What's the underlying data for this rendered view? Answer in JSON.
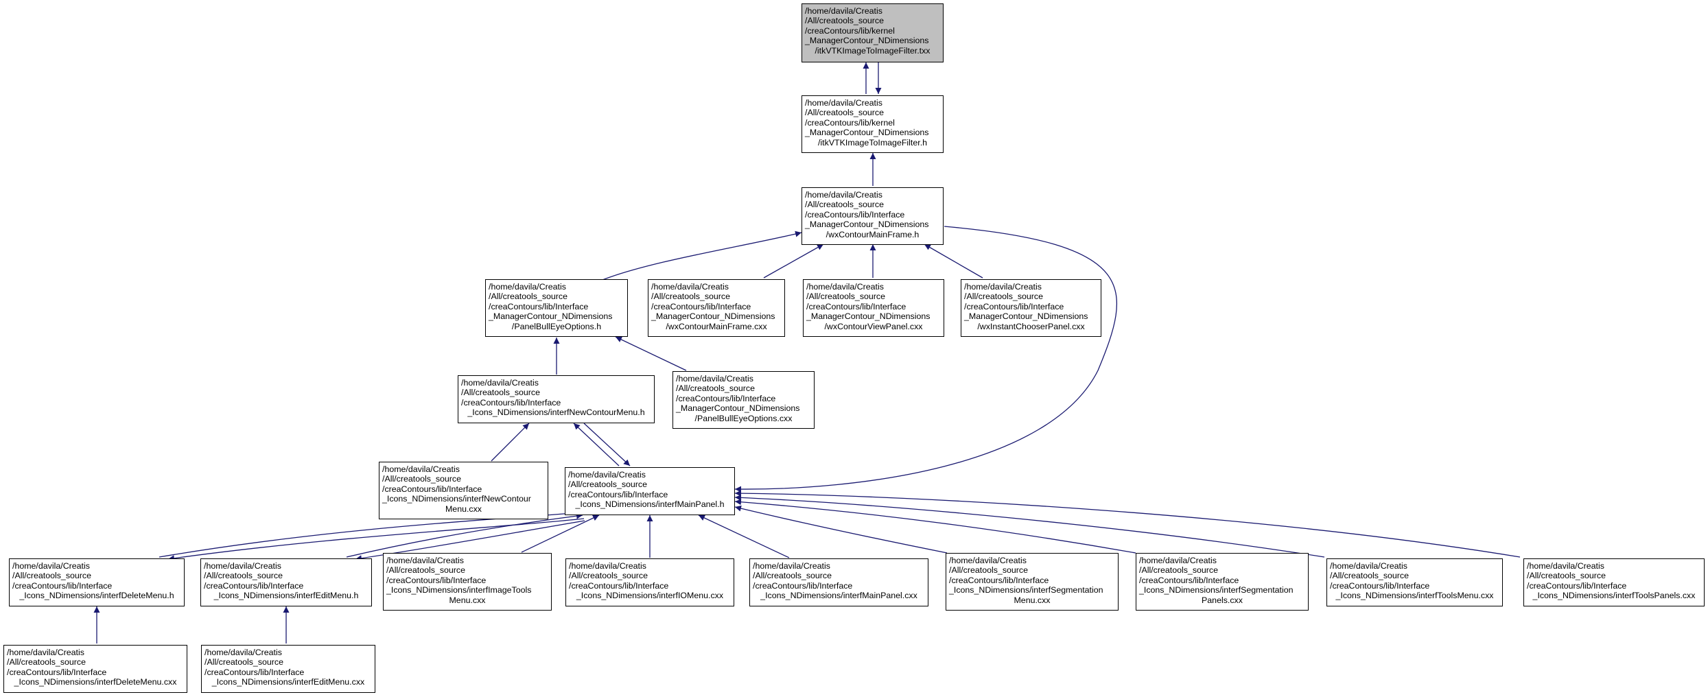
{
  "graph": {
    "colors": {
      "edge": "#191970",
      "node_border": "#000000",
      "root_fill": "#bfbfbf",
      "node_fill": "#ffffff"
    },
    "nodes": [
      {
        "id": "n0",
        "lines": [
          "/home/davila/Creatis",
          "/All/creatools_source",
          "/creaContours/lib/kernel",
          "_ManagerContour_NDimensions",
          "/itkVTKImageToImageFilter.txx"
        ],
        "root": true
      },
      {
        "id": "n1",
        "lines": [
          "/home/davila/Creatis",
          "/All/creatools_source",
          "/creaContours/lib/kernel",
          "_ManagerContour_NDimensions",
          "/itkVTKImageToImageFilter.h"
        ]
      },
      {
        "id": "n2",
        "lines": [
          "/home/davila/Creatis",
          "/All/creatools_source",
          "/creaContours/lib/Interface",
          "_ManagerContour_NDimensions",
          "/wxContourMainFrame.h"
        ]
      },
      {
        "id": "n3",
        "lines": [
          "/home/davila/Creatis",
          "/All/creatools_source",
          "/creaContours/lib/Interface",
          "_ManagerContour_NDimensions",
          "/PanelBullEyeOptions.h"
        ]
      },
      {
        "id": "n4",
        "lines": [
          "/home/davila/Creatis",
          "/All/creatools_source",
          "/creaContours/lib/Interface",
          "_ManagerContour_NDimensions",
          "/wxContourMainFrame.cxx"
        ]
      },
      {
        "id": "n5",
        "lines": [
          "/home/davila/Creatis",
          "/All/creatools_source",
          "/creaContours/lib/Interface",
          "_ManagerContour_NDimensions",
          "/wxContourViewPanel.cxx"
        ]
      },
      {
        "id": "n6",
        "lines": [
          "/home/davila/Creatis",
          "/All/creatools_source",
          "/creaContours/lib/Interface",
          "_ManagerContour_NDimensions",
          "/wxInstantChooserPanel.cxx"
        ]
      },
      {
        "id": "n7",
        "lines": [
          "/home/davila/Creatis",
          "/All/creatools_source",
          "/creaContours/lib/Interface",
          "_Icons_NDimensions/interfNewContourMenu.h"
        ]
      },
      {
        "id": "n8",
        "lines": [
          "/home/davila/Creatis",
          "/All/creatools_source",
          "/creaContours/lib/Interface",
          "_ManagerContour_NDimensions",
          "/PanelBullEyeOptions.cxx"
        ]
      },
      {
        "id": "n9",
        "lines": [
          "/home/davila/Creatis",
          "/All/creatools_source",
          "/creaContours/lib/Interface",
          "_Icons_NDimensions/interfNewContour",
          "Menu.cxx"
        ]
      },
      {
        "id": "n10",
        "lines": [
          "/home/davila/Creatis",
          "/All/creatools_source",
          "/creaContours/lib/Interface",
          "_Icons_NDimensions/interfMainPanel.h"
        ]
      },
      {
        "id": "n11",
        "lines": [
          "/home/davila/Creatis",
          "/All/creatools_source",
          "/creaContours/lib/Interface",
          "_Icons_NDimensions/interfDeleteMenu.h"
        ]
      },
      {
        "id": "n12",
        "lines": [
          "/home/davila/Creatis",
          "/All/creatools_source",
          "/creaContours/lib/Interface",
          "_Icons_NDimensions/interfEditMenu.h"
        ]
      },
      {
        "id": "n13",
        "lines": [
          "/home/davila/Creatis",
          "/All/creatools_source",
          "/creaContours/lib/Interface",
          "_Icons_NDimensions/interfImageTools",
          "Menu.cxx"
        ]
      },
      {
        "id": "n14",
        "lines": [
          "/home/davila/Creatis",
          "/All/creatools_source",
          "/creaContours/lib/Interface",
          "_Icons_NDimensions/interfIOMenu.cxx"
        ]
      },
      {
        "id": "n15",
        "lines": [
          "/home/davila/Creatis",
          "/All/creatools_source",
          "/creaContours/lib/Interface",
          "_Icons_NDimensions/interfMainPanel.cxx"
        ]
      },
      {
        "id": "n16",
        "lines": [
          "/home/davila/Creatis",
          "/All/creatools_source",
          "/creaContours/lib/Interface",
          "_Icons_NDimensions/interfSegmentation",
          "Menu.cxx"
        ]
      },
      {
        "id": "n17",
        "lines": [
          "/home/davila/Creatis",
          "/All/creatools_source",
          "/creaContours/lib/Interface",
          "_Icons_NDimensions/interfSegmentation",
          "Panels.cxx"
        ]
      },
      {
        "id": "n18",
        "lines": [
          "/home/davila/Creatis",
          "/All/creatools_source",
          "/creaContours/lib/Interface",
          "_Icons_NDimensions/interfToolsMenu.cxx"
        ]
      },
      {
        "id": "n19",
        "lines": [
          "/home/davila/Creatis",
          "/All/creatools_source",
          "/creaContours/lib/Interface",
          "_Icons_NDimensions/interfToolsPanels.cxx"
        ]
      },
      {
        "id": "n20",
        "lines": [
          "/home/davila/Creatis",
          "/All/creatools_source",
          "/creaContours/lib/Interface",
          "_Icons_NDimensions/interfDeleteMenu.cxx"
        ]
      },
      {
        "id": "n21",
        "lines": [
          "/home/davila/Creatis",
          "/All/creatools_source",
          "/creaContours/lib/Interface",
          "_Icons_NDimensions/interfEditMenu.cxx"
        ]
      }
    ]
  }
}
